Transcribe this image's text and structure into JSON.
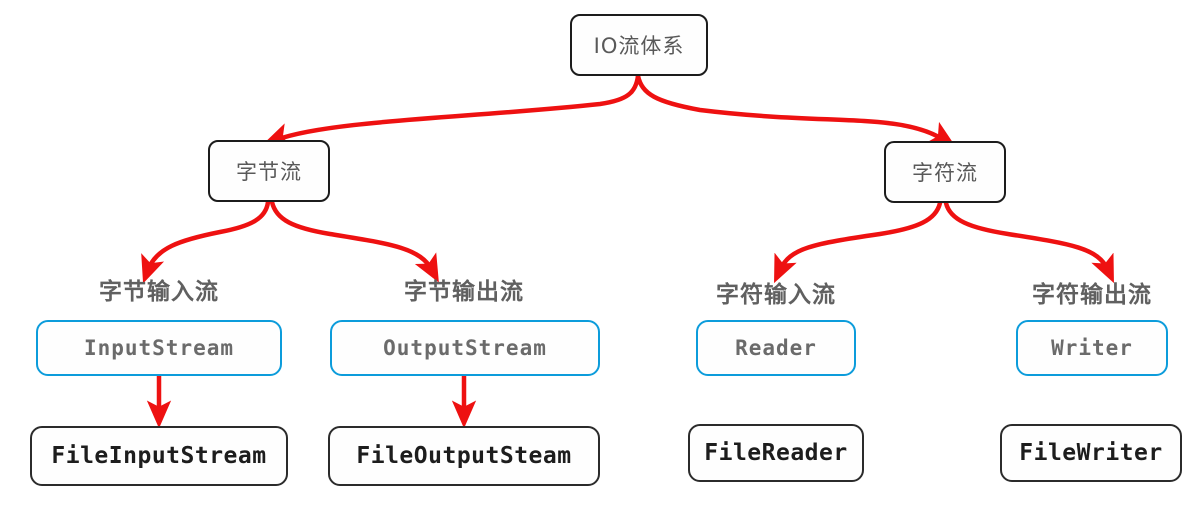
{
  "diagram": {
    "title": "IO流体系",
    "colors": {
      "edge": "#ee1111",
      "abstract_border": "#0c9cdb",
      "concrete_border": "#2b2b2b",
      "node_border": "#1c1c1c",
      "node_text": "#595959",
      "caption_text": "#606060",
      "background": "#ffffff"
    },
    "root": {
      "label": "IO流体系"
    },
    "branches": [
      {
        "label": "字节流"
      },
      {
        "label": "字符流"
      }
    ],
    "columns": [
      {
        "caption": "字节输入流",
        "abstract": "InputStream",
        "concrete": "FileInputStream",
        "has_arrow": true
      },
      {
        "caption": "字节输出流",
        "abstract": "OutputStream",
        "concrete": "FileOutputSteam",
        "has_arrow": true
      },
      {
        "caption": "字符输入流",
        "abstract": "Reader",
        "concrete": "FileReader",
        "has_arrow": false
      },
      {
        "caption": "字符输出流",
        "abstract": "Writer",
        "concrete": "FileWriter",
        "has_arrow": false
      }
    ]
  }
}
